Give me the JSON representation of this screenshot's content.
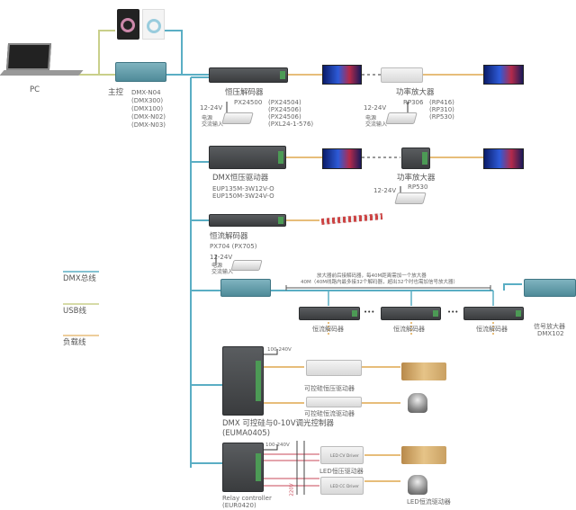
{
  "colors": {
    "dmx_line": "#5aaec4",
    "usb_line": "#c9cf8a",
    "load_line": "#e7bd7a",
    "relay_line": "#c84a5a"
  },
  "legend": [
    {
      "label": "DMX总线"
    },
    {
      "label": "USB线"
    },
    {
      "label": "负载线"
    }
  ],
  "pc": {
    "label": "PC"
  },
  "master": {
    "label": "主控",
    "models": [
      "DMX-N04",
      "(DMX300)",
      "(DMX100)",
      "(DMX-N02)",
      "(DMX-N03)"
    ]
  },
  "power": {
    "voltage": "12-24V",
    "label1": "电源",
    "label2": "交流输入"
  },
  "row1": {
    "decoder_label": "恒压解码器",
    "decoder_model": "PX24500",
    "decoder_alts": [
      "(PX24504)",
      "(PX24506)",
      "(PX24506)",
      "(PXL24-1-576)"
    ],
    "amp_label": "功率放大器",
    "amp_model": "RP306",
    "amp_alts": [
      "(RP416)",
      "(RP310)",
      "(RP530)"
    ]
  },
  "row2": {
    "driver_label": "DMX恒压驱动器",
    "driver_models": [
      "EUP135M-3W12V-O",
      "EUP150M-3W24V-O"
    ],
    "amp_label": "功率放大器",
    "amp_model": "RP530"
  },
  "row3": {
    "decoder_label": "恒流解码器",
    "decoder_models": "PX704  (PX705)"
  },
  "row4": {
    "note1": "放大器前后接解码器，每40M距离需加一个放大器",
    "note2": "40M（40M线路内最多接32个解码器，超出32个时也需加信号放大器）",
    "decoder_label": "恒流解码器",
    "dots": "•••",
    "amp_label": "信号放大器",
    "amp_model": "DMX102"
  },
  "row5": {
    "voltage": "100-240V",
    "driver1": "可控硅恒压驱动器",
    "driver2": "可控硅恒流驱动器",
    "controller_label": "DMX 可控硅与0-10V调光控制器",
    "controller_model": "(EUMA0405)"
  },
  "row6": {
    "voltage": "100-240V",
    "driver1": "LED恒压驱动器",
    "driver2": "LED恒流驱动器",
    "driver1_tag": "LED CV Driver",
    "driver2_tag": "LED CC Driver",
    "mains": "220V",
    "controller_label": "Relay controller",
    "controller_model": "(EUR0420)"
  }
}
